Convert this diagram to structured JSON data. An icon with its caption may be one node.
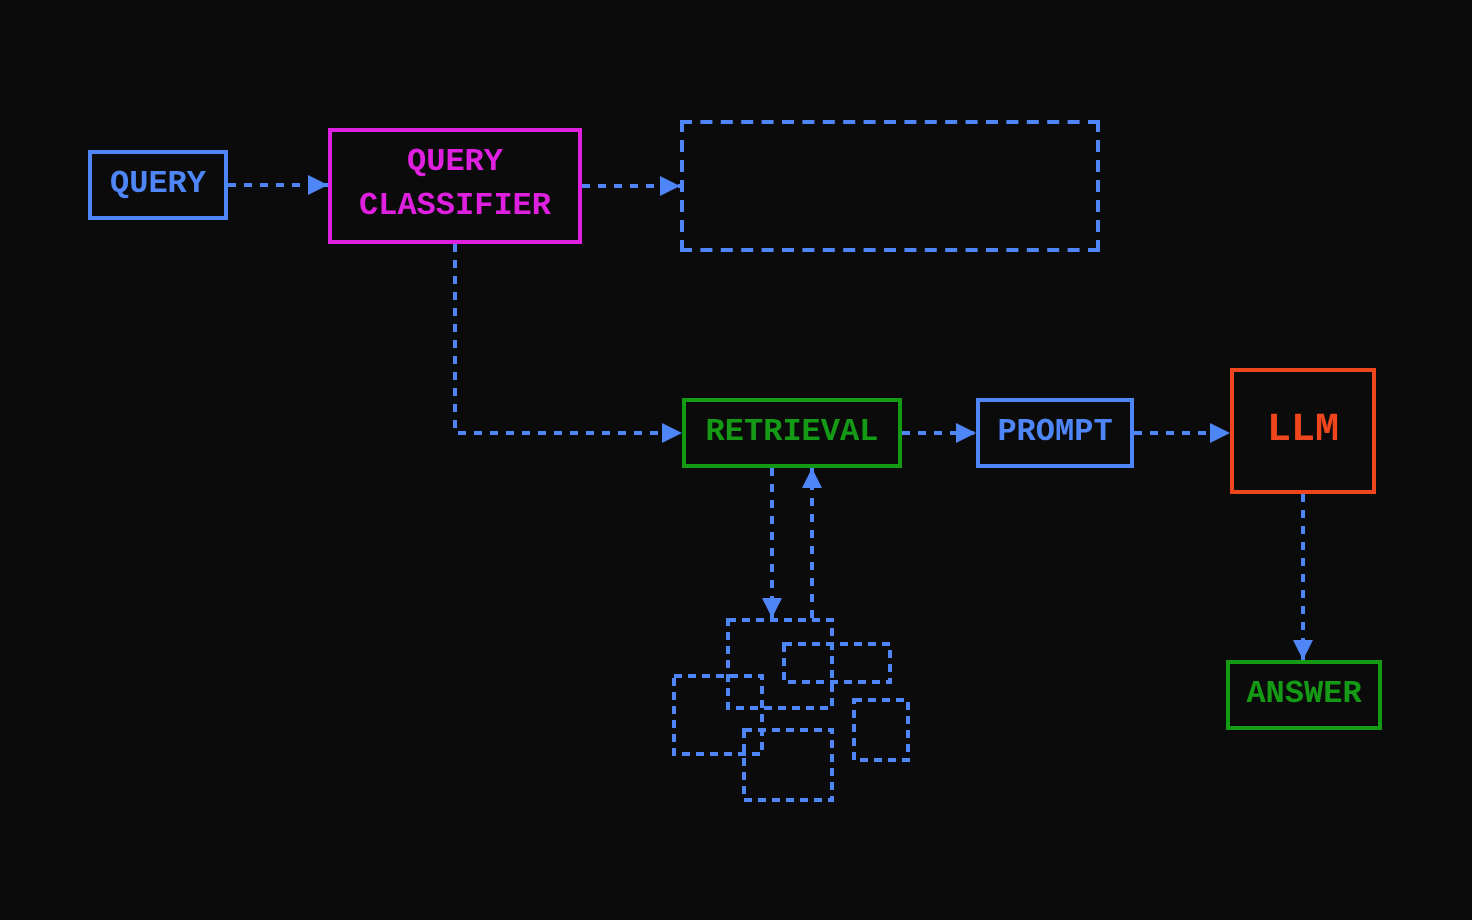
{
  "diagram": {
    "nodes": [
      {
        "text": [
          "QUERY"
        ]
      },
      {
        "text": [
          "QUERY CLASSIFIER"
        ]
      },
      {
        "text": [],
        "shape": "box"
      },
      {
        "text": [
          "RETRIEVAL"
        ]
      },
      {
        "text": [
          "PROMPT"
        ]
      },
      {
        "text": [
          "LLM"
        ]
      },
      {
        "text": [
          "ANSWER"
        ]
      },
      {
        "text": [],
        "shape": "picture"
      }
    ],
    "edges": [
      {
        "from": 0,
        "to": 1,
        "arrow": "to",
        "style": "dashed"
      },
      {
        "from": 1,
        "to": 2,
        "arrow": "to",
        "style": "dashed"
      },
      {
        "from": 1,
        "to": 3,
        "arrow": "to",
        "style": "dashed"
      },
      {
        "from": 3,
        "to": 4,
        "arrow": "to",
        "style": "dashed"
      },
      {
        "from": 4,
        "to": 5,
        "arrow": "to",
        "style": "dashed"
      },
      {
        "from": 5,
        "to": 6,
        "arrow": "to",
        "style": "dashed"
      },
      {
        "from": 3,
        "to": 7,
        "arrow": "to",
        "style": "dashed"
      },
      {
        "from": 7,
        "to": 3,
        "arrow": "to",
        "style": "dashed"
      }
    ]
  }
}
